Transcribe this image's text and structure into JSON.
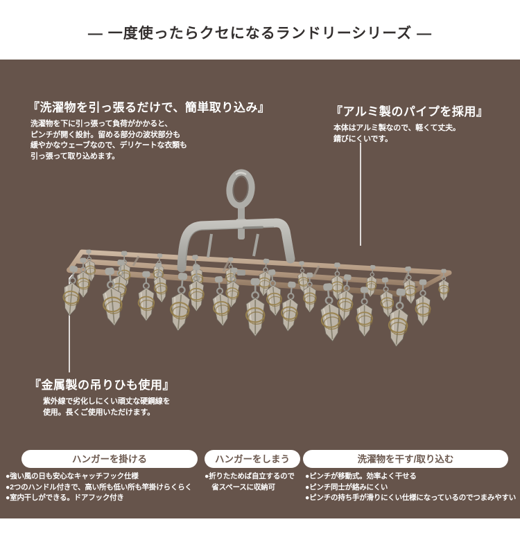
{
  "header": {
    "title": "― 一度使ったらクセになるランドリーシリーズ ―"
  },
  "callouts": {
    "pull": {
      "title": "『洗濯物を引っ張るだけで、簡単取り込み』",
      "lines": [
        "洗濯物を下に引っ張って負荷がかかると、",
        "ピンチが開く設計。留める部分の波状部分も",
        "緩やかなウェーブなので、デリケートな衣類も",
        "引っ張って取り込めます。"
      ]
    },
    "aluminum": {
      "title": "『アルミ製のパイプを採用』",
      "lines": [
        "本体はアルミ製なので、軽くて丈夫。",
        "錆びにくいです。"
      ]
    },
    "wire": {
      "title": "『金属製の吊りひも使用』",
      "lines": [
        "紫外線で劣化しにくい頑丈な硬鋼線を",
        "使用。長くご使用いただけます。"
      ]
    }
  },
  "features": [
    {
      "heading": "ハンガーを掛ける",
      "bullets": [
        "●強い風の日も安心なキャッチフック仕様",
        "●2つのハンドル付きで、高い所も低い所も竿掛けらくらく",
        "●室内干しができる。ドアフック付き"
      ]
    },
    {
      "heading": "ハンガーをしまう",
      "bullets": [
        "●折りたためば自立するので",
        "　省スペースに収納可"
      ]
    },
    {
      "heading": "洗濯物を干す/取り込む",
      "bullets": [
        "●ピンチが移動式。効率よく干せる",
        "●ピンチ同士が絡みにくい",
        "●ピンチの持ち手が滑りにくい仕様になっているのでつまみやすい"
      ]
    }
  ],
  "product_image": {
    "name": "aluminum-pinch-hanger-photo"
  },
  "colors": {
    "background_brown": "#66544B",
    "title_text": "#332F2E",
    "light_text": "#FFFFFF",
    "pill_text": "#6B584E",
    "pipe": "#B49A82",
    "plastic_gray": "#B3B2AD",
    "clip_body": "#BDB5A8",
    "spring_wire": "#9A8450"
  }
}
